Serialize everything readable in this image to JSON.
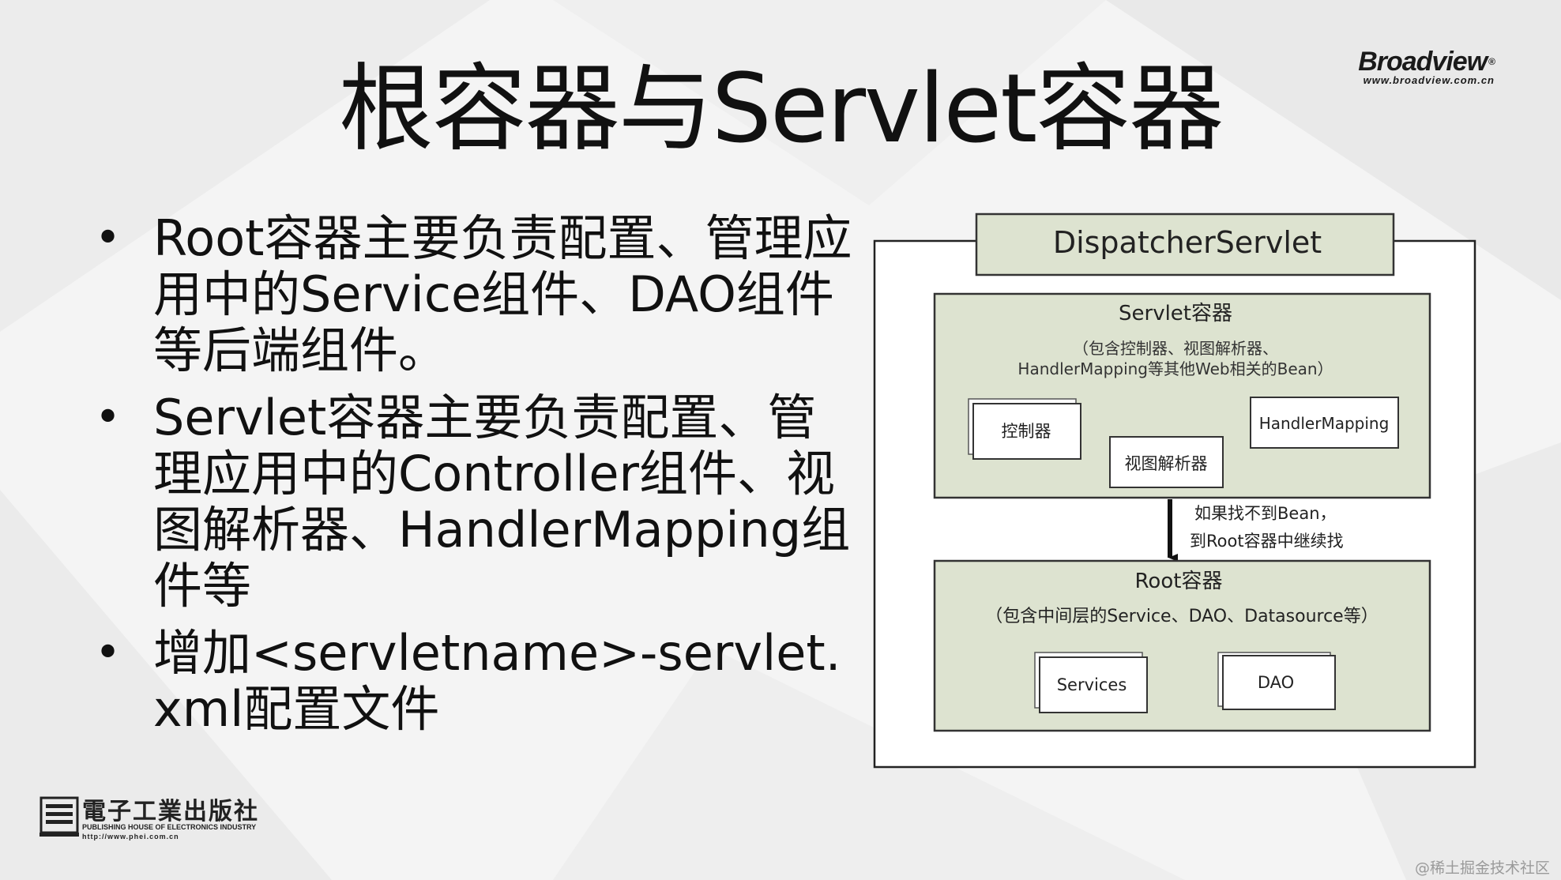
{
  "title": "根容器与Servlet容器",
  "logo": {
    "brand": "Broadview",
    "registered": "®",
    "url": "www.broadview.com.cn"
  },
  "bullets": [
    "Root容器主要负责配置、管理应用中的Service组件、DAO组件等后端组件。",
    "Servlet容器主要负责配置、管理应用中的Controller组件、视图解析器、HandlerMapping组件等",
    "增加<servletname>-servlet.xml配置文件"
  ],
  "diagram": {
    "dispatcher": "DispatcherServlet",
    "servlet_container": {
      "title": "Servlet容器",
      "desc_line1": "（包含控制器、视图解析器、",
      "desc_line2": "HandlerMapping等其他Web相关的Bean）",
      "controller": "控制器",
      "view_resolver": "视图解析器",
      "handler_mapping": "HandlerMapping"
    },
    "arrow_note_line1": "如果找不到Bean，",
    "arrow_note_line2": "到Root容器中继续找",
    "root_container": {
      "title": "Root容器",
      "desc": "（包含中间层的Service、DAO、Datasource等）",
      "services": "Services",
      "dao": "DAO"
    },
    "colors": {
      "container_fill": "#dde3d0",
      "border": "#333333",
      "box_fill": "#ffffff"
    }
  },
  "footer": {
    "publisher_cn": "電子工業出版社",
    "publisher_en": "PUBLISHING HOUSE OF ELECTRONICS INDUSTRY",
    "publisher_url": "http://www.phei.com.cn"
  },
  "watermark": "@稀土掘金技术社区"
}
